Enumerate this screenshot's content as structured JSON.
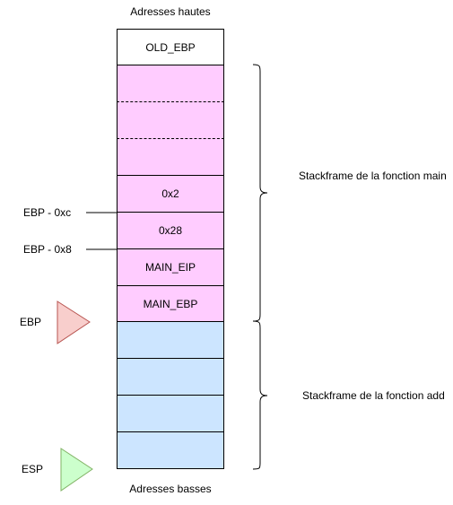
{
  "labels": {
    "top": "Adresses hautes",
    "bottom": "Adresses basses",
    "main_frame": "Stackframe de la fonction main",
    "add_frame": "Stackframe de la fonction add",
    "ebp_minus_c": "EBP - 0xc",
    "ebp_minus_8": "EBP - 0x8",
    "ebp": "EBP",
    "esp": "ESP"
  },
  "cells": [
    {
      "label": "OLD_EBP",
      "fill": "#ffffff"
    },
    {
      "label": "",
      "fill": "#ffccff"
    },
    {
      "label": "",
      "fill": "#ffccff"
    },
    {
      "label": "",
      "fill": "#ffccff"
    },
    {
      "label": "0x2",
      "fill": "#ffccff"
    },
    {
      "label": "0x28",
      "fill": "#ffccff"
    },
    {
      "label": "MAIN_EIP",
      "fill": "#ffccff"
    },
    {
      "label": "MAIN_EBP",
      "fill": "#ffccff"
    },
    {
      "label": "",
      "fill": "#cce5ff"
    },
    {
      "label": "",
      "fill": "#cce5ff"
    },
    {
      "label": "",
      "fill": "#cce5ff"
    },
    {
      "label": "",
      "fill": "#cce5ff"
    }
  ],
  "colors": {
    "main_frame": "#ffccff",
    "add_frame": "#cce5ff",
    "ebp_arrow": "#f8cecc",
    "esp_arrow": "#ccffcc"
  },
  "icons": {
    "ebp_pointer": "triangle-right",
    "esp_pointer": "triangle-right"
  }
}
